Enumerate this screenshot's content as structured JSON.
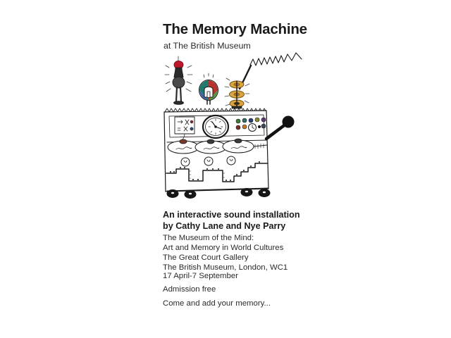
{
  "poster": {
    "title": "The Memory Machine",
    "venue": "at The British Museum",
    "credits": {
      "line1": "An interactive sound installation",
      "line2": "by Cathy Lane and Nye Parry"
    },
    "details": {
      "line1": "The Museum of the Mind:",
      "line2": "Art and Memory in World Cultures",
      "line3": "The Great Court Gallery",
      "line4": "The British Museum, London, WC1"
    },
    "dates": "17 April-7 September",
    "admission": "Admission free",
    "invitation": "Come and add your memory..."
  },
  "illustration": {
    "name": "memory-machine-drawing",
    "description": "Hand-drawn sketch of a boxy machine on wheels with a clock face, colored control buttons, linked oval pods, a stepped graph, a black lever arm, and three tall knobs on top including a red-capped knob, a colored circular emblem and a stack of golden discs with a zigzag antenna",
    "colors": {
      "ink": "#1a1a1a",
      "red_knob": "#c0182b",
      "gold_disc": "#d9a441",
      "gold_disc_dark": "#a87524",
      "emblem_teal": "#1f7a6e",
      "emblem_green": "#4a9a3c",
      "emblem_red": "#b8332c",
      "emblem_blue": "#3b63a8",
      "button_green": "#3f7a3a",
      "button_teal": "#2f6f6a",
      "button_navy": "#2a3f74",
      "button_purple": "#5e3a72",
      "button_olive": "#8a8a32",
      "button_orange": "#c07a2a",
      "button_maroon": "#7a2a2a",
      "button_slate": "#3a4a5a",
      "wheel": "#171717",
      "lever": "#121212"
    }
  }
}
